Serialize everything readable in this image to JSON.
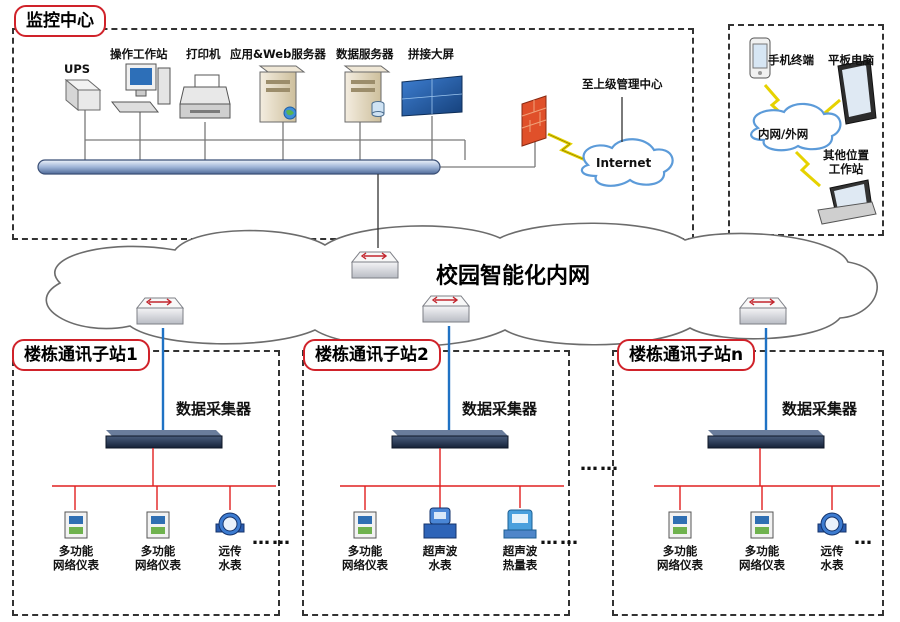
{
  "monitoring_center": {
    "title": "监控中心",
    "devices": [
      "UPS",
      "操作工作站",
      "打印机",
      "应用&Web服务器",
      "数据服务器",
      "拼接大屏"
    ],
    "upper_center": "至上级管理中心",
    "internet": "Internet"
  },
  "remote": {
    "mobile": "手机终端",
    "tablet": "平板电脑",
    "network": "内网/外网",
    "other_workstation": "其他位置\n工作站"
  },
  "campus_network": "校园智能化内网",
  "substations": [
    {
      "title": "楼栋通讯子站1",
      "collector": "数据采集器",
      "meters": [
        "多功能\n网络仪表",
        "多功能\n网络仪表",
        "远传\n水表"
      ]
    },
    {
      "title": "楼栋通讯子站2",
      "collector": "数据采集器",
      "meters": [
        "多功能\n网络仪表",
        "超声波\n水表",
        "超声波\n热量表"
      ]
    },
    {
      "title": "楼栋通讯子站n",
      "collector": "数据采集器",
      "meters": [
        "多功能\n网络仪表",
        "多功能\n网络仪表",
        "远传\n水表"
      ]
    }
  ],
  "ellipsis": "…",
  "colors": {
    "accent_red": "#d0222a",
    "fiber_blue": "#1f72c4",
    "bus_red": "#e02020"
  }
}
